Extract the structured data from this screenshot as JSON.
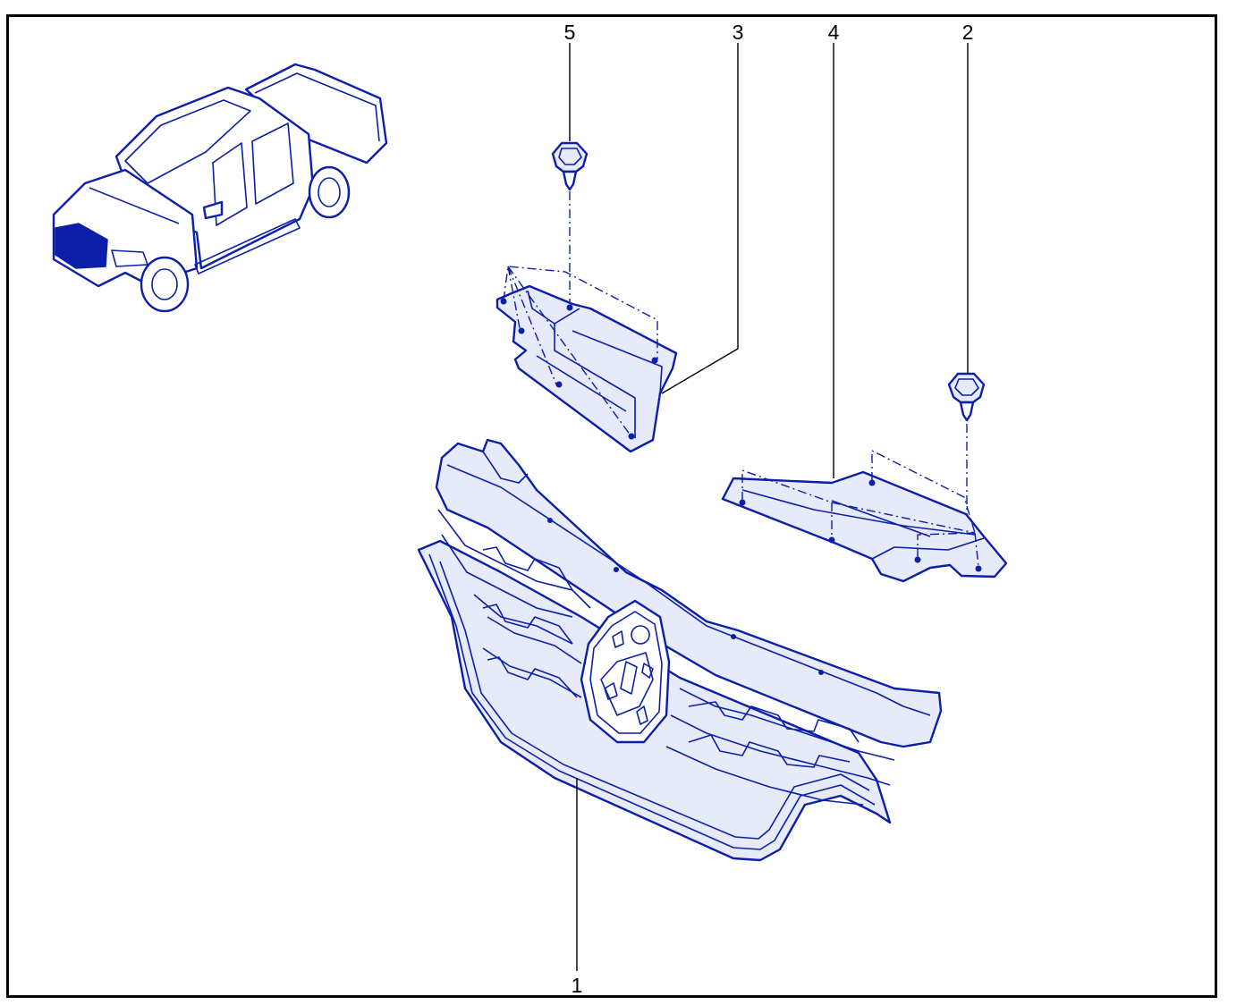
{
  "diagram": {
    "colors": {
      "line": "#0b1fa8",
      "fill": "#e7eaf8",
      "frame": "#000000"
    },
    "callouts": [
      {
        "id": "5",
        "label": "5"
      },
      {
        "id": "3",
        "label": "3"
      },
      {
        "id": "4",
        "label": "4"
      },
      {
        "id": "2",
        "label": "2"
      },
      {
        "id": "1",
        "label": "1"
      }
    ],
    "icons": [
      "pickup-truck-icon",
      "clip-fastener-icon",
      "grille-icon",
      "bracket-icon"
    ]
  }
}
